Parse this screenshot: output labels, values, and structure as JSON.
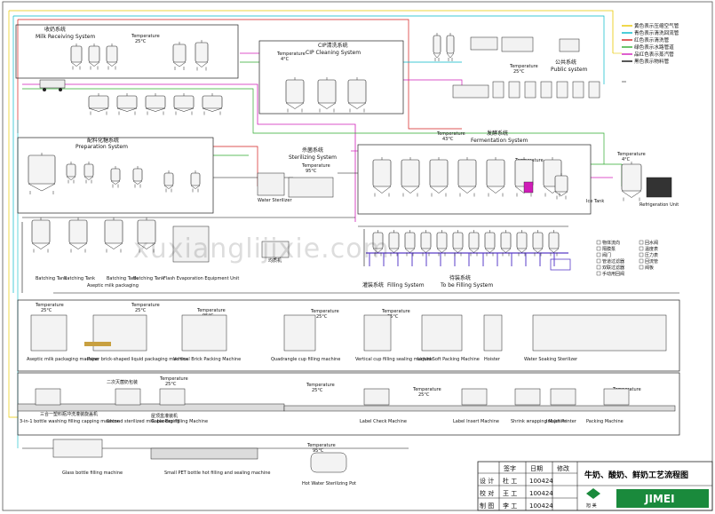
{
  "sections": {
    "milk_receiving": {
      "cn": "收奶系统",
      "en": "Milk Receiving System"
    },
    "cip": {
      "cn": "CIP清洗系统",
      "en": "CIP Cleaning System"
    },
    "public": {
      "cn": "公共系统",
      "en": "Public system"
    },
    "preparation": {
      "cn": "配料化糖系统",
      "en": "Preparation System"
    },
    "sterilizing": {
      "cn": "杀菌系统",
      "en": "Sterilizing System"
    },
    "fermentation": {
      "cn": "发酵系统",
      "en": "Fermentation System"
    },
    "filling": {
      "cn": "灌装系统",
      "en": "Filling System"
    },
    "to_be_filling": {
      "cn": "待装系统",
      "en": "To be Filling System"
    }
  },
  "temperature_label": "Temperature",
  "temps": [
    "25°C",
    "43°C",
    "4°C",
    "25°C",
    "95°C",
    "25°C"
  ],
  "equipment_labels": {
    "batching_tanks": [
      "Batching Tank",
      "Batching Tank",
      "Batching Tank",
      "Batching Tank"
    ],
    "aseptic_pack": "Aseptic milk packaging",
    "flash_evaporation": "Flash Evaporation Equipment Unit",
    "water_sterilizer": "Water Sterilizer",
    "homogenizer": "均质机",
    "ice_tank": "Ice Tank",
    "refrigeration": "Refrigeration Unit"
  },
  "machines_row1": [
    "Aseptic milk packaging machine",
    "Paper brick-shaped liquid packaging machine",
    "Vertical Brick Packing Machine",
    "Quadrangle cup filling machine",
    "Vertical cup filling sealing machine",
    "Liquid Soft Packing Machine",
    "Hoister",
    "Water Soaking Sterilizer"
  ],
  "machines_row2": [
    "3-in-1 bottle washing filling capping machine",
    "Second sterilized milk packaging",
    "Gable-Box Filling Machine",
    "Label Check Machine",
    "Label Insert Machine",
    "Shrink wrapping Machine",
    "Ink Jet Printer",
    "Packing Machine"
  ],
  "machines_row3": [
    "Glass bottle filling machine",
    "Small PET bottle hot filling and sealing machine",
    "Hot Water Sterilizing Pot"
  ],
  "row2_cn": [
    "三合一塑料瓶冲洗灌装旋盖机",
    "二次灭菌奶包装",
    "屋顶盒灌装机"
  ],
  "legend": [
    {
      "text": "黄色表示压缩空气管",
      "color": "#e8c800"
    },
    {
      "text": "青色表示清洗回流管",
      "color": "#00b8c8"
    },
    {
      "text": "红色表示清洗管",
      "color": "#d41c1c"
    },
    {
      "text": "绿色表示水路管道",
      "color": "#2eaa2e"
    },
    {
      "text": "品红色表示蒸汽管",
      "color": "#d01cb8"
    },
    {
      "text": "黑色表示物料管",
      "color": "#111111"
    }
  ],
  "symbol_legend": [
    "物体流向",
    "隔膜泵",
    "阀门",
    "管道过滤器",
    "双联过滤器",
    "手动用回阀",
    "回水阀",
    "温度表",
    "压力表",
    "回流管",
    "阀板"
  ],
  "watermark": "xuxianglijixie.com",
  "title_block": {
    "headers": [
      "签字",
      "日期",
      "修改"
    ],
    "rows": [
      {
        "role": "设 计",
        "name": "杜 工",
        "date": "100424"
      },
      {
        "role": "校 对",
        "name": "王 工",
        "date": "100424"
      },
      {
        "role": "制 图",
        "name": "李 工",
        "date": "100424"
      }
    ],
    "drawing_title": "牛奶、酸奶、鲜奶工艺流程图",
    "logo_text": "旭 美",
    "brand": "JIMEI"
  },
  "colors": {
    "yellow": "#e8c800",
    "cyan": "#00b8c8",
    "red": "#d41c1c",
    "green": "#2eaa2e",
    "magenta": "#d01cb8",
    "black": "#111111",
    "blue_manifold": "#5a3cc8",
    "brand_bg": "#1a8a3c"
  }
}
